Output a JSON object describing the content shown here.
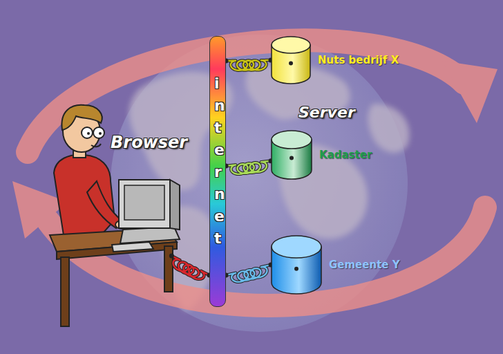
{
  "diagram": {
    "nodes": [
      {
        "text": [
          "Browser"
        ]
      },
      {
        "text": [
          "internet"
        ]
      },
      {
        "text": [
          "Nuts bedrijf X"
        ]
      },
      {
        "text": [
          "Kadaster"
        ]
      },
      {
        "text": [
          "Gemeente Y"
        ]
      }
    ],
    "edges": [
      {
        "from": 0,
        "to": 1,
        "arrow": "none"
      },
      {
        "from": 1,
        "to": 2,
        "arrow": "none"
      },
      {
        "from": 1,
        "to": 3,
        "arrow": "none"
      },
      {
        "from": 1,
        "to": 4,
        "arrow": "none"
      }
    ],
    "labels": [
      "Server"
    ]
  }
}
